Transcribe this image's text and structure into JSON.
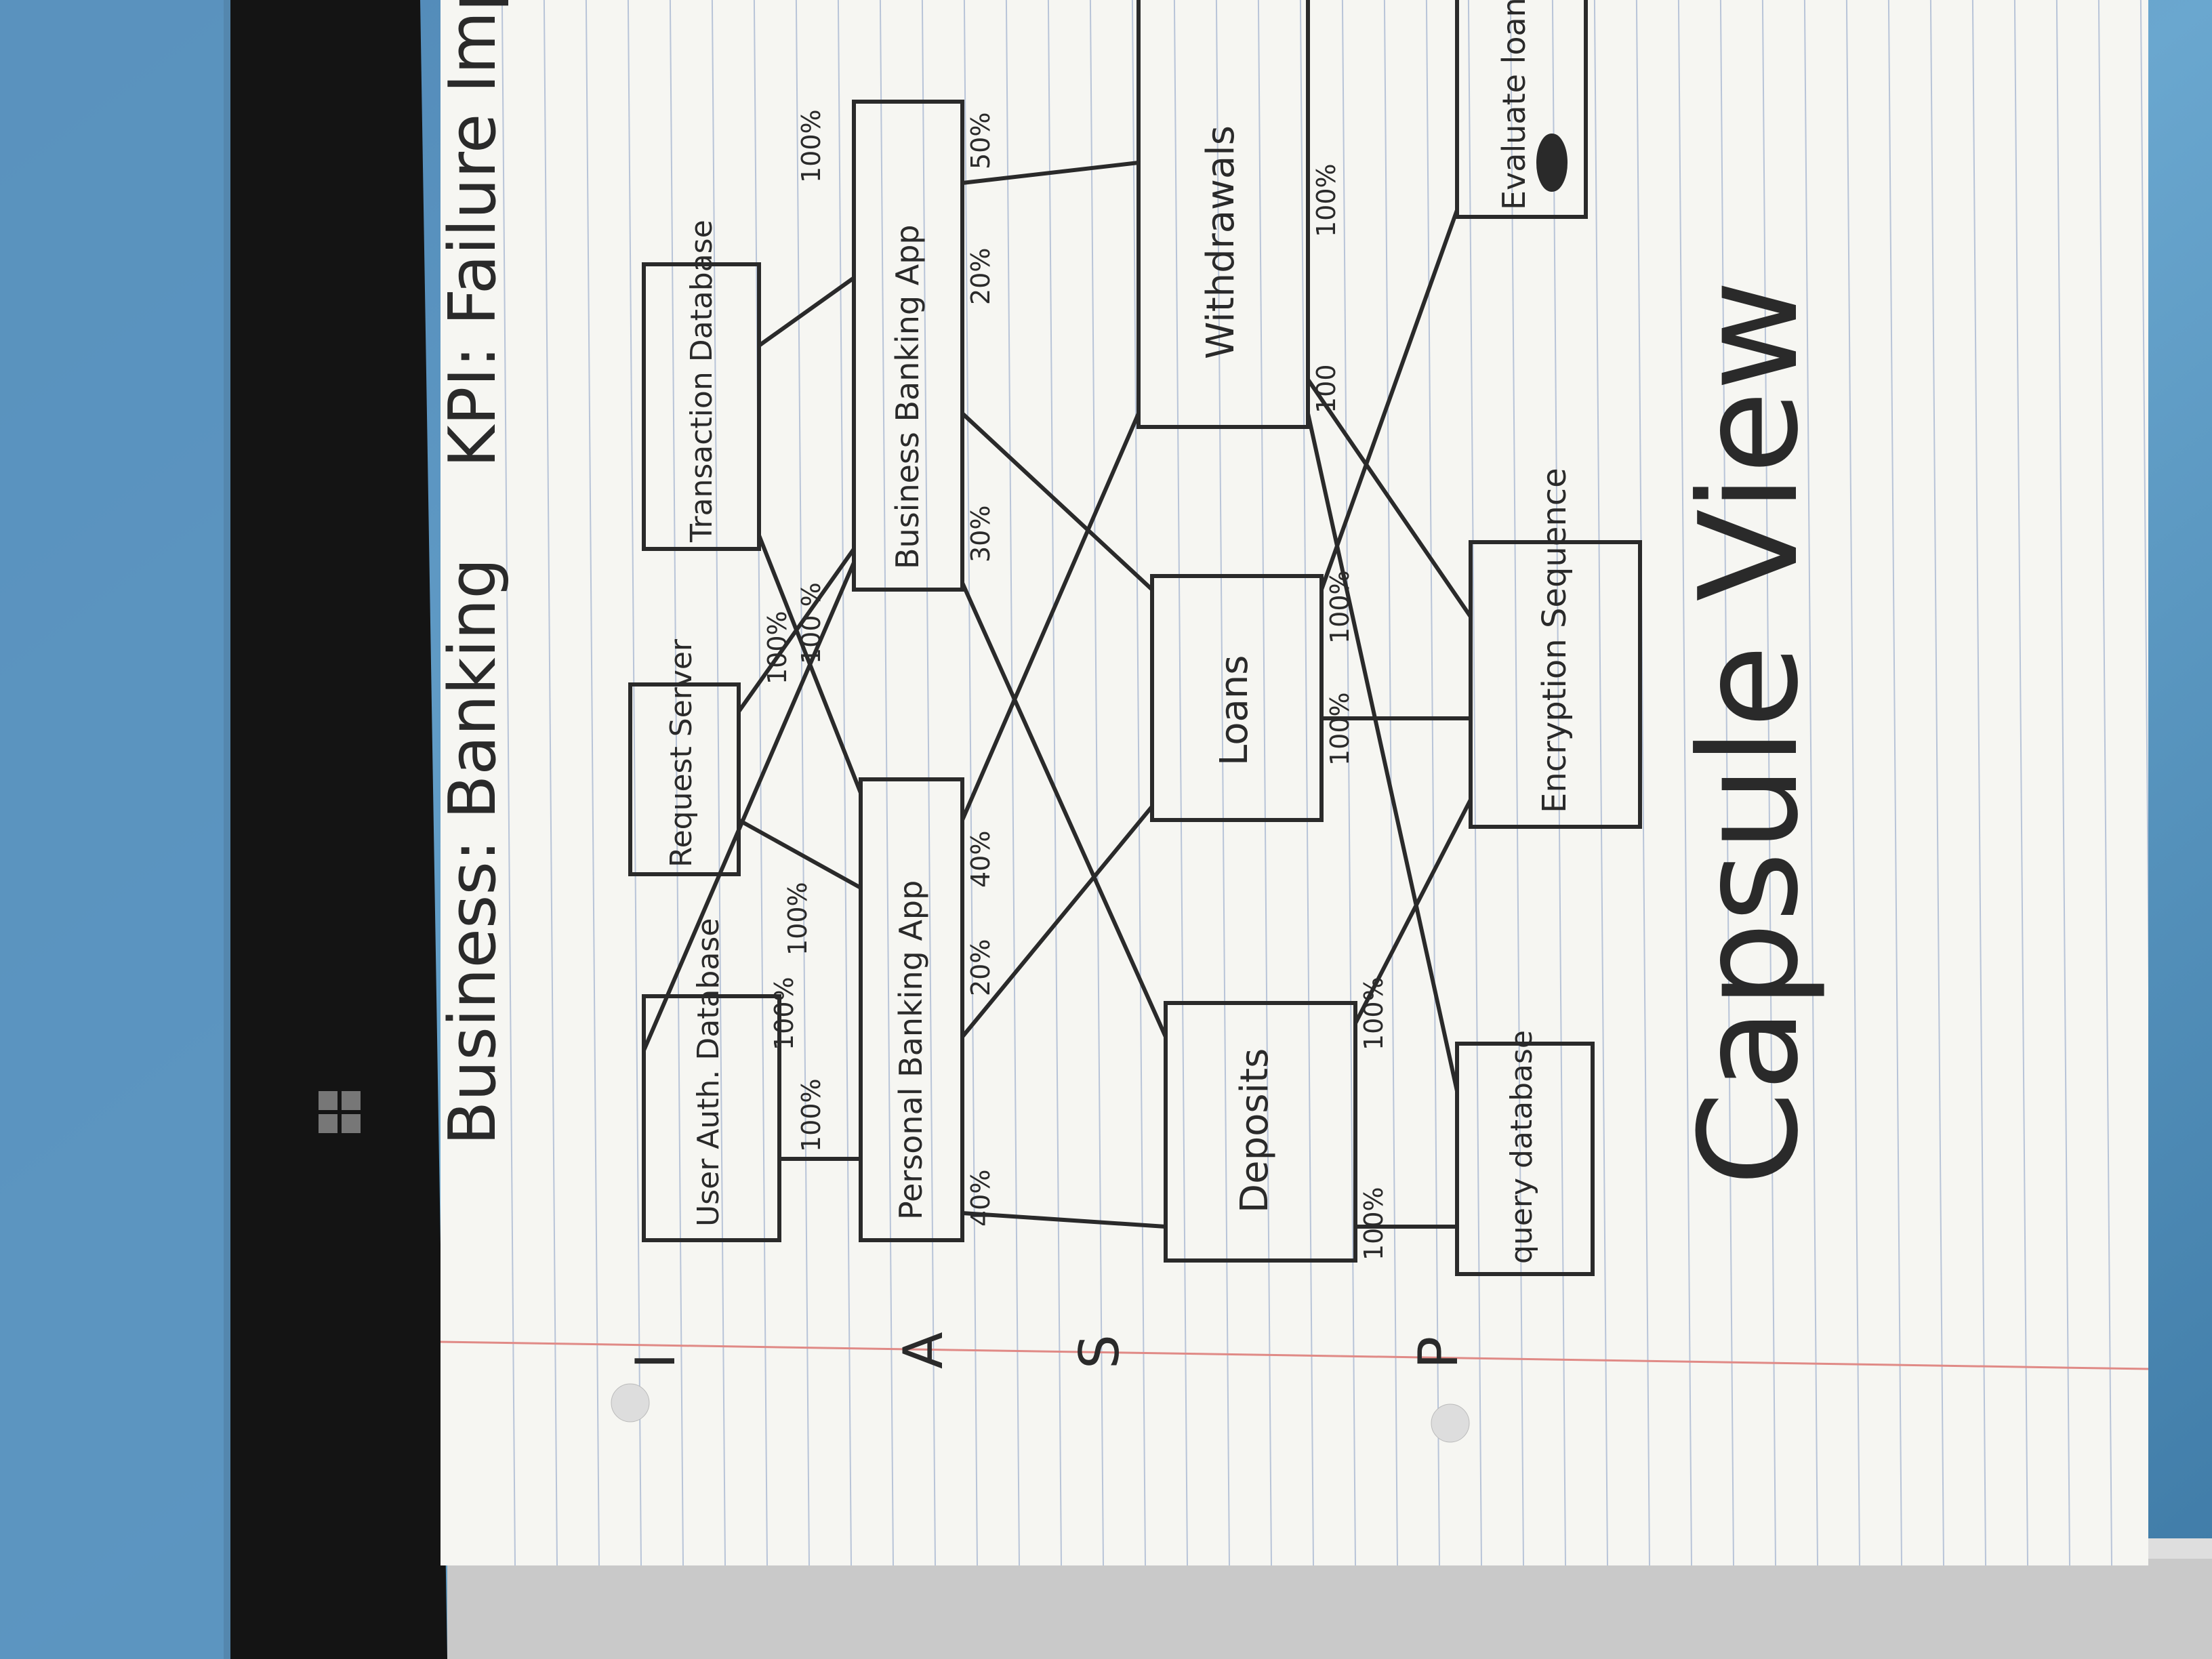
{
  "title": "Business: Banking",
  "kpi": "KPI: Failure Impact",
  "caption": "Capsule View",
  "layers": [
    "I",
    "A",
    "S",
    "P"
  ],
  "nodes": {
    "user_auth_db": "User Auth. Database",
    "request_server": "Request Server",
    "transaction_db": "Transaction Database",
    "personal_app": "Personal Banking App",
    "business_app": "Business Banking App",
    "deposits": "Deposits",
    "loans": "Loans",
    "withdrawals": "Withdrawals",
    "query_db": "query database",
    "encryption": "Encryption Sequence",
    "evaluate_loans": "Evaluate loans"
  },
  "edge_labels": {
    "uad_top": "100%",
    "uad_left": "100%",
    "rs_top": "100%",
    "rs_left": "100%",
    "td_top": "100%",
    "td_left": "100 %",
    "pba_40_top": "40%",
    "pba_20": "20%",
    "pba_40_left": "40%",
    "bba_30": "30%",
    "bba_20": "20%",
    "bba_50": "50%",
    "dep_100_top": "100%",
    "dep_100_left": "100%",
    "loans_100_a": "100%",
    "loans_100_b": "100%",
    "wd_100_a": "100",
    "wd_100_b": "100%"
  },
  "colors": {
    "ink": "#2a2a2a",
    "paper": "#f6f6f2",
    "rule": "#b8c4d8",
    "margin": "#e08a86",
    "desk": "#5a8fb5"
  }
}
